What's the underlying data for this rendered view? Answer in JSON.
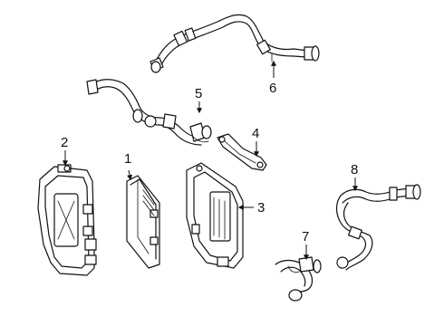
{
  "callouts": {
    "c1": "1",
    "c2": "2",
    "c3": "3",
    "c4": "4",
    "c5": "5",
    "c6": "6",
    "c7": "7",
    "c8": "8"
  },
  "colors": {
    "line": "#111111",
    "background": "#ffffff"
  }
}
